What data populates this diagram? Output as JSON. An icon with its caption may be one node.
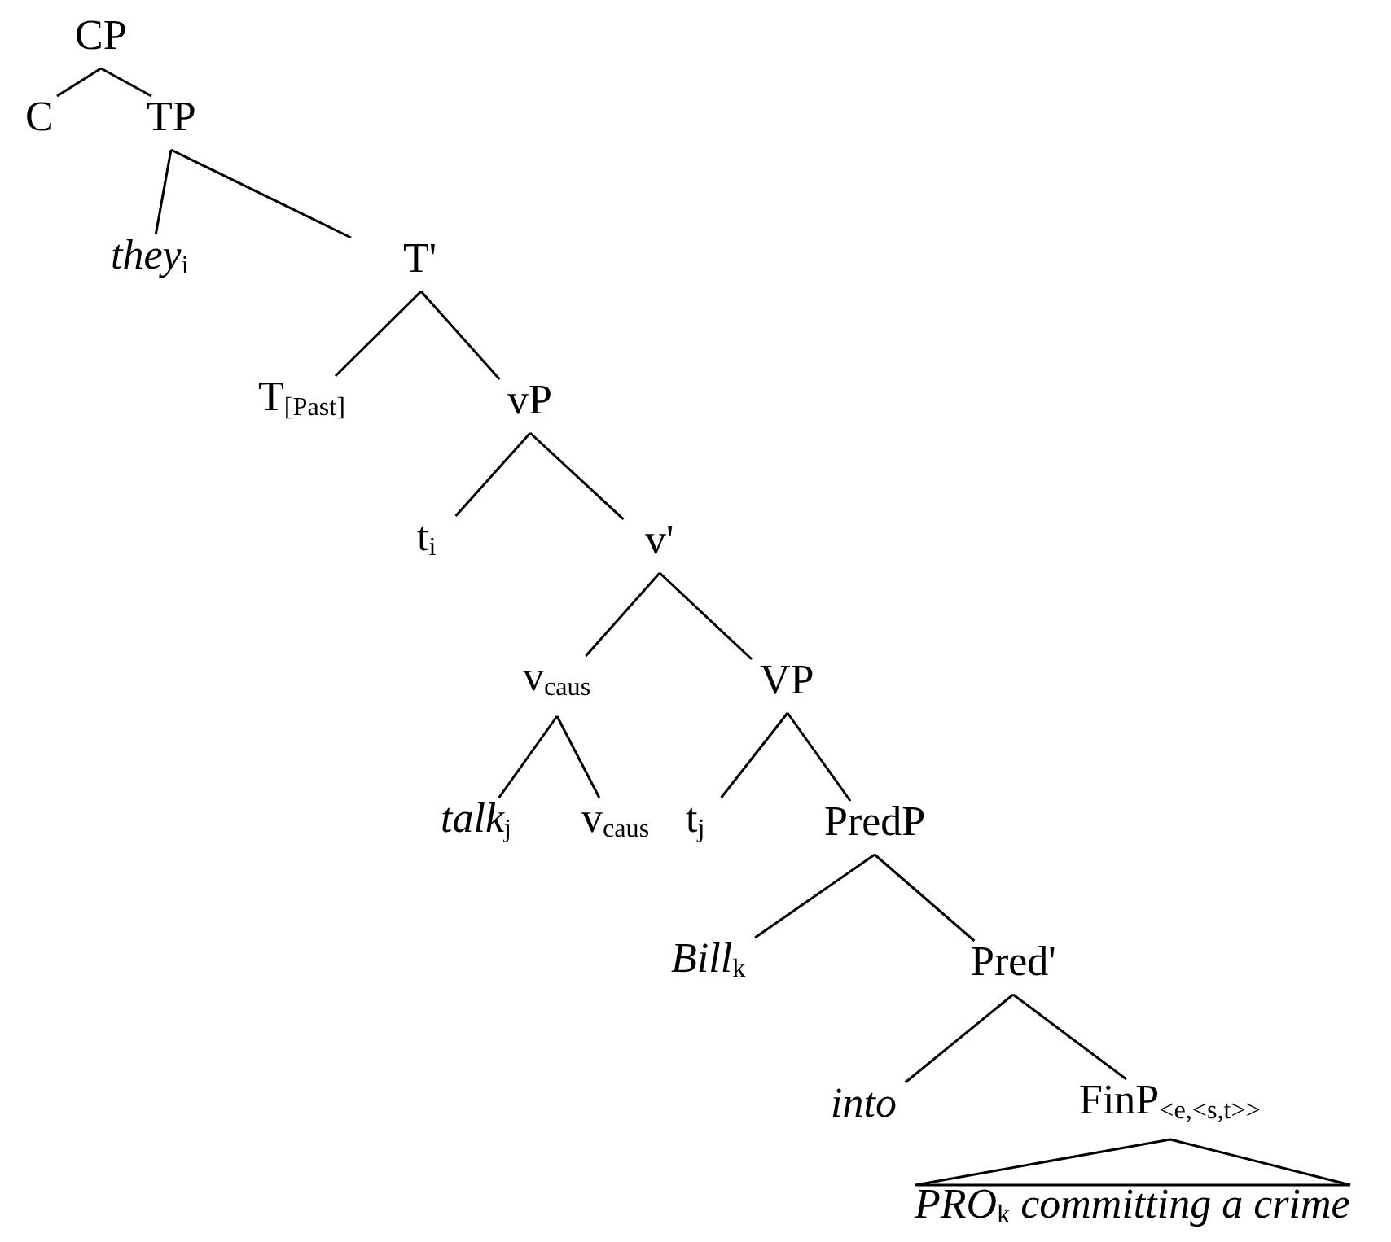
{
  "diagram": {
    "nodes": [
      {
        "text": [
          "CP"
        ]
      },
      {
        "text": [
          "C"
        ]
      },
      {
        "text": [
          "TP"
        ]
      },
      {
        "text": [
          "*they*$_{i}$"
        ]
      },
      {
        "text": [
          "T'"
        ]
      },
      {
        "text": [
          "T$_{[Past]}$"
        ]
      },
      {
        "text": [
          "vP"
        ]
      },
      {
        "text": [
          "t$_{i}$"
        ]
      },
      {
        "text": [
          "v'"
        ]
      },
      {
        "text": [
          "v$_{caus}$"
        ]
      },
      {
        "text": [
          "VP"
        ]
      },
      {
        "text": [
          "*talk*$_{j}$"
        ]
      },
      {
        "text": [
          "v$_{caus}$"
        ]
      },
      {
        "text": [
          "t$_{j}$"
        ]
      },
      {
        "text": [
          "PredP"
        ]
      },
      {
        "text": [
          "*Bill*$_{k}$"
        ]
      },
      {
        "text": [
          "Pred'"
        ]
      },
      {
        "text": [
          "into"
        ]
      },
      {
        "text": [
          "FinP$_{<e,<s,t>>}$"
        ]
      },
      {
        "text": [
          "*PRO*$_{k}$ *committing a crime*"
        ]
      }
    ],
    "edges": [
      {
        "from": 0,
        "to": 1,
        "arrow": "none"
      },
      {
        "from": 0,
        "to": 2,
        "arrow": "none"
      },
      {
        "from": 2,
        "to": 3,
        "arrow": "none"
      },
      {
        "from": 2,
        "to": 4,
        "arrow": "none"
      },
      {
        "from": 4,
        "to": 5,
        "arrow": "none"
      },
      {
        "from": 4,
        "to": 6,
        "arrow": "none"
      },
      {
        "from": 6,
        "to": 7,
        "arrow": "none"
      },
      {
        "from": 6,
        "to": 8,
        "arrow": "none"
      },
      {
        "from": 8,
        "to": 9,
        "arrow": "none"
      },
      {
        "from": 8,
        "to": 10,
        "arrow": "none"
      },
      {
        "from": 9,
        "to": 11,
        "arrow": "none"
      },
      {
        "from": 9,
        "to": 12,
        "arrow": "none"
      },
      {
        "from": 10,
        "to": 13,
        "arrow": "none"
      },
      {
        "from": 10,
        "to": 14,
        "arrow": "none"
      },
      {
        "from": 14,
        "to": 15,
        "arrow": "none"
      },
      {
        "from": 14,
        "to": 16,
        "arrow": "none"
      },
      {
        "from": 16,
        "to": 17,
        "arrow": "none"
      },
      {
        "from": 16,
        "to": 18,
        "arrow": "none"
      },
      {
        "from": 18,
        "to": 19,
        "arrow": "none"
      }
    ]
  }
}
